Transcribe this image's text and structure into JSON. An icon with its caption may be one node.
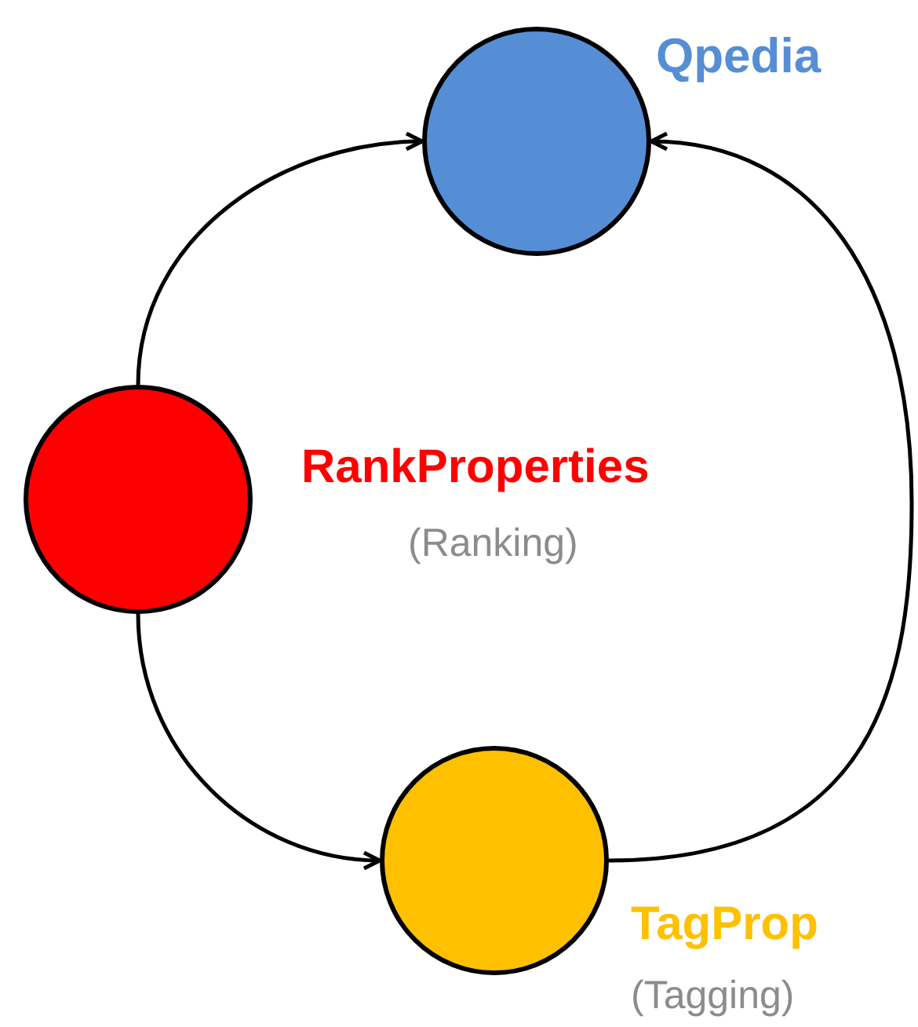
{
  "diagram": {
    "nodes": [
      {
        "text": [],
        "shape": "circle",
        "beside": [
          "Qpedia"
        ]
      },
      {
        "text": [],
        "shape": "circle",
        "beside": [
          "RankProperties",
          "(Ranking)"
        ]
      },
      {
        "text": [],
        "shape": "circle",
        "beside": [
          "TagProp",
          "(Tagging)"
        ]
      }
    ],
    "edges": [
      {
        "from": 1,
        "to": 0,
        "arrow": "to"
      },
      {
        "from": 1,
        "to": 2,
        "arrow": "to"
      },
      {
        "from": 2,
        "to": 0,
        "arrow": "to"
      }
    ]
  }
}
